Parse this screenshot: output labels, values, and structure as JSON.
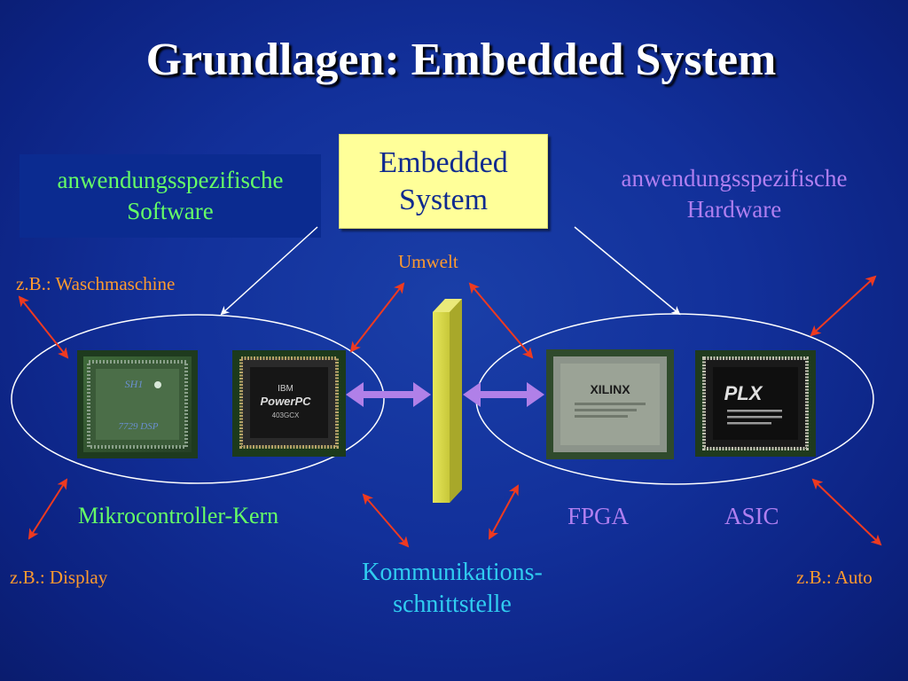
{
  "title": "Grundlagen: Embedded System",
  "embedded_box": {
    "line1": "Embedded",
    "line2": "System"
  },
  "software_box": {
    "line1": "anwendungsspezifische",
    "line2": "Software"
  },
  "hardware_label": {
    "line1": "anwendungsspezifische",
    "line2": "Hardware"
  },
  "labels": {
    "umwelt": "Umwelt",
    "waschmaschine": "z.B.: Waschmaschine",
    "display": "z.B.: Display",
    "auto": "z.B.: Auto",
    "mikrocontroller": "Mikrocontroller-Kern",
    "fpga": "FPGA",
    "asic": "ASIC",
    "komm_line1": "Kommunikations-",
    "komm_line2": "schnittstelle"
  },
  "chips": {
    "sh1_lines": [
      "SH1",
      "7729 DSP"
    ],
    "ibm_lines": [
      "IBM",
      "PowerPC",
      "403GCX"
    ],
    "xilinx_text": "XILINX",
    "plx_text": "PLX"
  },
  "colors": {
    "background": "#12309a",
    "title": "#ffffff",
    "embedded_box": "#ffff99",
    "software_text": "#66ff66",
    "hardware_text": "#b07ff0",
    "orange_label": "#ff9a2e",
    "red_arrow": "#ee3a20",
    "interface_arrow": "#b080e8",
    "interface_bar": "#d8d84a",
    "cyan_text": "#30ccf0"
  }
}
